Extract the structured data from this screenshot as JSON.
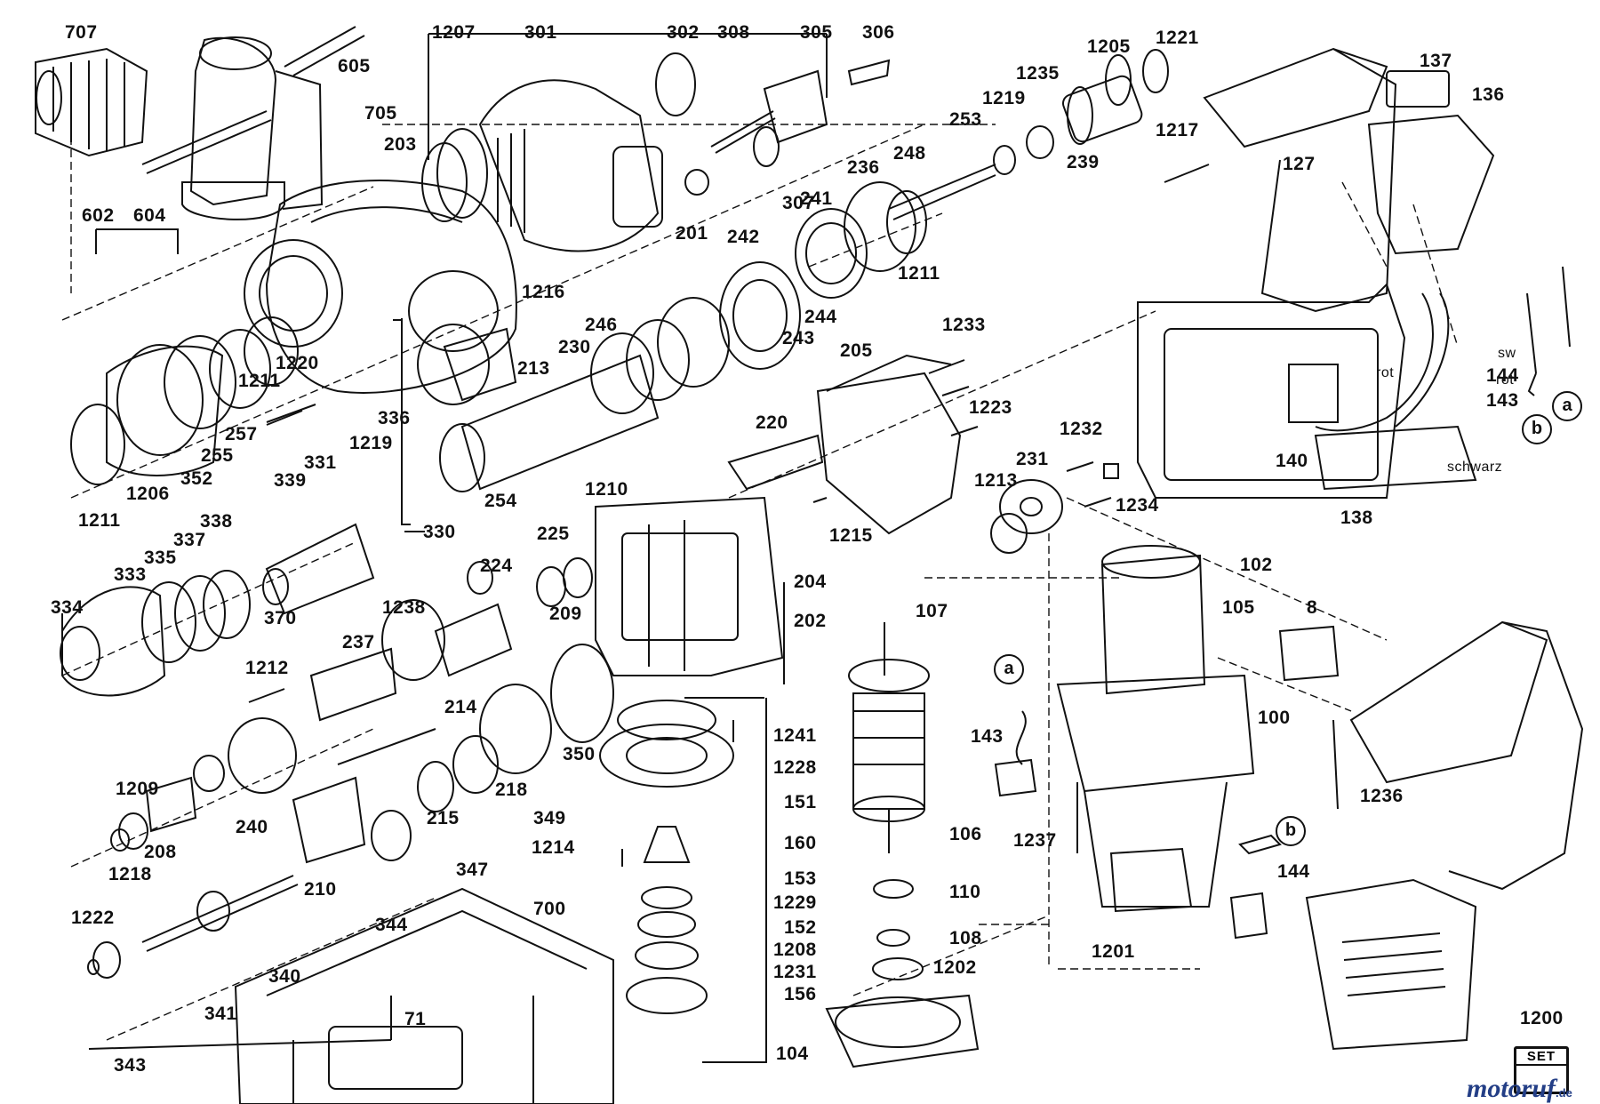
{
  "labels": {
    "p707": "707",
    "p605": "605",
    "p705": "705",
    "p203": "203",
    "p602": "602",
    "p604": "604",
    "p1207": "1207",
    "p301": "301",
    "p302": "302",
    "p308": "308",
    "p305": "305",
    "p306": "306",
    "p201": "201",
    "p307": "307",
    "p1205": "1205",
    "p1221": "1221",
    "p1235": "1235",
    "p1219a": "1219",
    "p253": "253",
    "p1217": "1217",
    "p239": "239",
    "p236": "236",
    "p248": "248",
    "p241": "241",
    "p242": "242",
    "p244": "244",
    "p1211a": "1211",
    "p137": "137",
    "p136": "136",
    "p127": "127",
    "p1216": "1216",
    "p246": "246",
    "p230": "230",
    "p243": "243",
    "p213": "213",
    "p1220": "1220",
    "p1211b": "1211",
    "p257": "257",
    "p255": "255",
    "p352": "352",
    "p1206": "1206",
    "p1211c": "1211",
    "p336": "336",
    "p1219b": "1219",
    "p331": "331",
    "p339": "339",
    "p330": "330",
    "p254": "254",
    "p1233": "1233",
    "p205": "205",
    "p1223": "1223",
    "p220": "220",
    "p1232": "1232",
    "p231": "231",
    "p1213": "1213",
    "p1234": "1234",
    "p1210": "1210",
    "p225": "225",
    "p1215": "1215",
    "p204": "204",
    "p202": "202",
    "p224": "224",
    "p209": "209",
    "p338": "338",
    "p337": "337",
    "p335": "335",
    "p333": "333",
    "p334": "334",
    "p370": "370",
    "p1238": "1238",
    "p237": "237",
    "p1212": "1212",
    "p214": "214",
    "p107": "107",
    "p105": "105",
    "p8": "8",
    "p102": "102",
    "p100": "100",
    "p350": "350",
    "p1241": "1241",
    "p1228": "1228",
    "p151": "151",
    "p1209": "1209",
    "p240": "240",
    "p218": "218",
    "p215": "215",
    "p349": "349",
    "p208": "208",
    "p1218": "1218",
    "p210": "210",
    "p347": "347",
    "p1214": "1214",
    "p160": "160",
    "p153": "153",
    "p1229": "1229",
    "p152": "152",
    "p1208": "1208",
    "p1231": "1231",
    "p156": "156",
    "p344": "344",
    "p106": "106",
    "p110": "110",
    "p108": "108",
    "p1202": "1202",
    "p104": "104",
    "p143a": "143",
    "p1237": "1237",
    "p144a": "144",
    "p1236": "1236",
    "p1201": "1201",
    "p1222": "1222",
    "p341": "341",
    "p340": "340",
    "p343": "343",
    "p700": "700",
    "p71": "71",
    "p140": "140",
    "p138": "138",
    "p144b": "144",
    "p143b": "143",
    "p1200": "1200",
    "sw": "sw",
    "rot1": "rot",
    "rot2": "rot",
    "schwarz": "schwarz"
  },
  "callouts": {
    "a1": "a",
    "a2": "a",
    "b1": "b",
    "b2": "b"
  },
  "set_label": "SET",
  "watermark": {
    "main": "motoruf",
    "suffix": ".de"
  },
  "colors": {
    "ink": "#111111",
    "watermark": "#233e86"
  }
}
